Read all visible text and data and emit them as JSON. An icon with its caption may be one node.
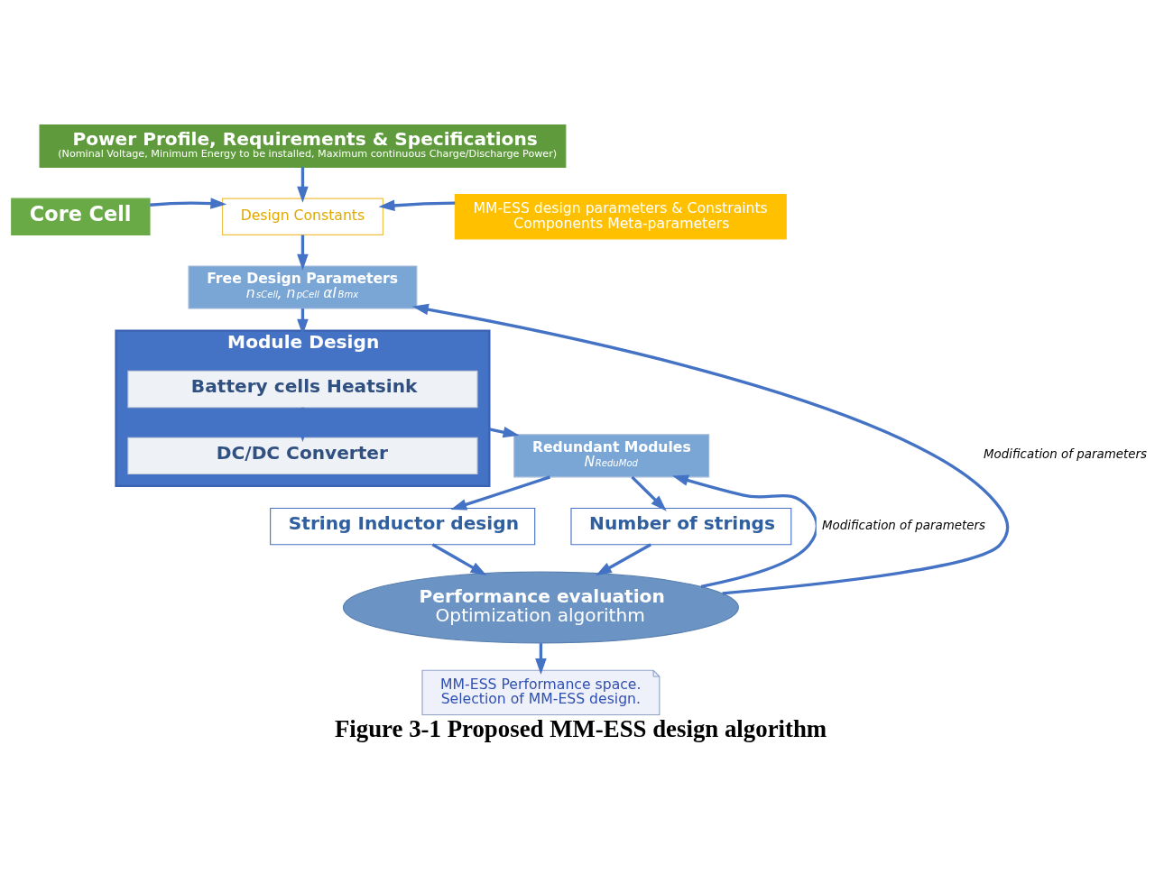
{
  "diagram": {
    "caption": "Figure 3-1 Proposed MM-ESS design algorithm",
    "nodes": [
      {
        "text": [
          "Power Profile, Requirements & Specifications",
          "(Nominal Voltage, Minimum Energy to be installed, Maximum continuous Charge/Discharge Power)"
        ]
      },
      {
        "text": [
          "Core Cell"
        ]
      },
      {
        "text": [
          "Design Constants"
        ]
      },
      {
        "text": [
          "MM-ESS design parameters & Constraints",
          "Components Meta-parameters"
        ]
      },
      {
        "text": [
          "Free Design Parameters",
          "n$_{sCell}$, n$_{pCell}$ αI$_{Bmx}$"
        ]
      },
      {
        "text": [
          "Module Design"
        ]
      },
      {
        "text": [
          "Battery cells Heatsink"
        ],
        "in": 5
      },
      {
        "text": [
          "DC/DC Converter"
        ],
        "in": 5
      },
      {
        "text": [
          "Redundant Modules",
          "N$_{ReduMod}$"
        ]
      },
      {
        "text": [
          "String Inductor design"
        ]
      },
      {
        "text": [
          "Number of strings"
        ]
      },
      {
        "text": [
          "Performance evaluation",
          "Optimization algorithm"
        ]
      },
      {
        "text": [
          "MM-ESS Performance space.",
          "Selection of MM-ESS design."
        ]
      }
    ],
    "edges": [
      {
        "from": 0,
        "to": 2,
        "arrow": "to"
      },
      {
        "from": 1,
        "to": 2,
        "arrow": "to"
      },
      {
        "from": 3,
        "to": 2,
        "arrow": "to"
      },
      {
        "from": 2,
        "to": 4,
        "arrow": "to"
      },
      {
        "from": 4,
        "to": 5,
        "arrow": "to"
      },
      {
        "from": 6,
        "to": 7,
        "arrow": "to"
      },
      {
        "from": 5,
        "to": 8,
        "arrow": "to"
      },
      {
        "from": 8,
        "to": 9,
        "arrow": "to"
      },
      {
        "from": 8,
        "to": 10,
        "arrow": "to"
      },
      {
        "from": 9,
        "to": 11,
        "arrow": "to"
      },
      {
        "from": 10,
        "to": 11,
        "arrow": "to"
      },
      {
        "from": 11,
        "to": 4,
        "arrow": "to",
        "label": "Modification of parameters"
      },
      {
        "from": 11,
        "to": 8,
        "arrow": "to",
        "label": "Modification of parameters"
      },
      {
        "from": 11,
        "to": 12,
        "arrow": "to"
      }
    ]
  }
}
